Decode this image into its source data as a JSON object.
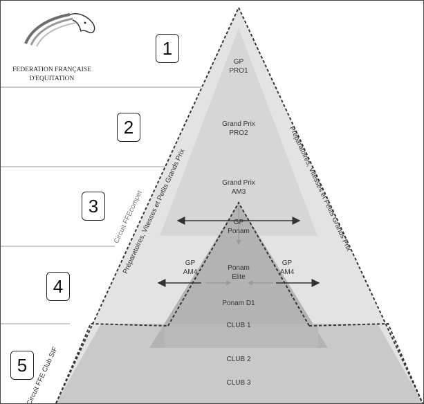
{
  "logo": {
    "line1": "FEDERATION FRANÇAISE",
    "line2": "D'EQUITATION"
  },
  "level_numbers": [
    "1",
    "2",
    "3",
    "4",
    "5"
  ],
  "levels": {
    "gp_pro1": "GP\nPRO1",
    "grand_prix_pro2": "Grand Prix\nPRO2",
    "grand_prix_am3": "Grand Prix\nAM3",
    "gp_ponam": "GP\nPonam",
    "gp_am4_left": "GP\nAM4",
    "gp_am4_right": "GP\nAM4",
    "ponam_elite": "Ponam\nElite",
    "ponam_d1": "Ponam D1",
    "club1": "CLUB 1",
    "club2": "CLUB 2",
    "club3": "CLUB 3"
  },
  "side_labels": {
    "preparatoires_left": "Préparatoires, Vitesses et Petits Grands Prix",
    "preparatoires_right": "Préparatoires, Vitesses et Petits Grands Prix",
    "circuit_ffecompet": "Circuit FFEcompet",
    "circuit_ffe_club_sif": "Circuit FFE Club SIF"
  },
  "colors": {
    "outer_triangle": "#e3e3e3",
    "inner_band": "#d2d2d2",
    "club_zone": "#c9c9c9",
    "ponam_triangle": "#b3b3b3",
    "club1_band": "#b9b9b9"
  }
}
